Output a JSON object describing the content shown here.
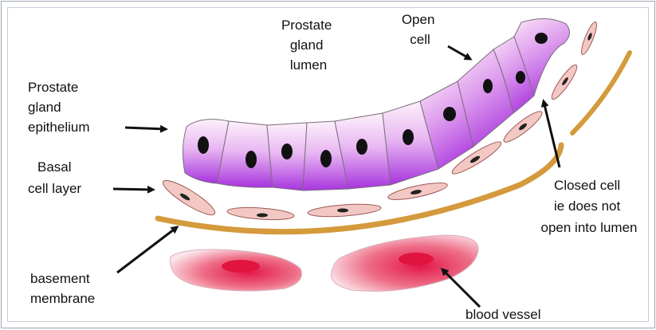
{
  "labels": {
    "lumen": [
      "Prostate",
      "gland",
      "lumen"
    ],
    "open_cell": [
      "Open",
      "cell"
    ],
    "epithelium": [
      "Prostate",
      "gland",
      "epithelium"
    ],
    "basal": [
      "Basal",
      "cell layer"
    ],
    "closed_cell": [
      "Closed cell",
      "ie does not",
      "open into lumen"
    ],
    "basement": [
      "basement",
      "membrane"
    ],
    "blood_vessel": [
      "blood vessel"
    ]
  },
  "colors": {
    "cell_top": "#fbe9f8",
    "cell_bottom": "#b13ee0",
    "nucleus": "#111111",
    "basal_cell": "#f3c8c4",
    "basal_outline": "#9b5a55",
    "membrane": "#d49a3c",
    "vessel_light": "#f6d2da",
    "vessel_dark": "#e0204a"
  },
  "icons": [
    "arrow-icon"
  ]
}
